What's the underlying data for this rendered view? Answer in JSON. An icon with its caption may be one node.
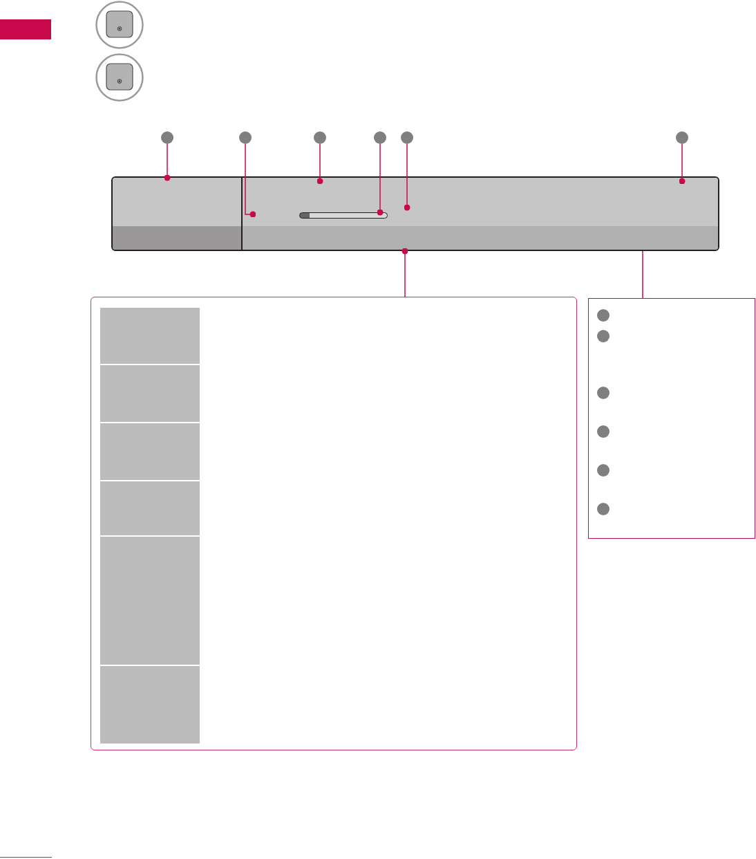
{
  "diagram": {
    "nodes": [
      {
        "text": [],
        "shape": "box"
      },
      {
        "text": [],
        "shape": "circle"
      },
      {
        "text": [],
        "shape": "circle"
      },
      {
        "text": [],
        "shape": "circle"
      },
      {
        "text": [],
        "shape": "circle"
      },
      {
        "text": [],
        "shape": "circle"
      },
      {
        "text": [],
        "shape": "circle"
      },
      {
        "text": [],
        "shape": "box"
      },
      {
        "text": [],
        "shape": "box",
        "in": 7
      },
      {
        "text": [],
        "shape": "box",
        "in": 7
      },
      {
        "text": [],
        "shape": "bar",
        "in": 9
      },
      {
        "text": [],
        "shape": "box"
      },
      {
        "text": [],
        "shape": "box",
        "in": 11
      },
      {
        "text": [],
        "shape": "box",
        "in": 11
      },
      {
        "text": [],
        "shape": "box",
        "in": 11
      },
      {
        "text": [],
        "shape": "box",
        "in": 11
      },
      {
        "text": [],
        "shape": "box",
        "in": 11
      },
      {
        "text": [],
        "shape": "box",
        "in": 11
      },
      {
        "text": [],
        "shape": "box"
      },
      {
        "text": [],
        "shape": "circle",
        "in": 18
      },
      {
        "text": [],
        "shape": "circle",
        "in": 18
      },
      {
        "text": [],
        "shape": "circle",
        "in": 18
      },
      {
        "text": [],
        "shape": "circle",
        "in": 18
      },
      {
        "text": [],
        "shape": "circle",
        "in": 18
      },
      {
        "text": [],
        "shape": "circle",
        "in": 18
      }
    ],
    "edges": [
      {
        "from": 1,
        "to": 8,
        "arrow": "other"
      },
      {
        "from": 2,
        "to": 9,
        "arrow": "other"
      },
      {
        "from": 3,
        "to": 9,
        "arrow": "other"
      },
      {
        "from": 4,
        "to": 10,
        "arrow": "other"
      },
      {
        "from": 5,
        "to": 9,
        "arrow": "other"
      },
      {
        "from": 6,
        "to": 9,
        "arrow": "other"
      },
      {
        "from": 11,
        "to": 7,
        "arrow": "other"
      },
      {
        "from": 18,
        "to": 7,
        "arrow": "none"
      }
    ]
  }
}
